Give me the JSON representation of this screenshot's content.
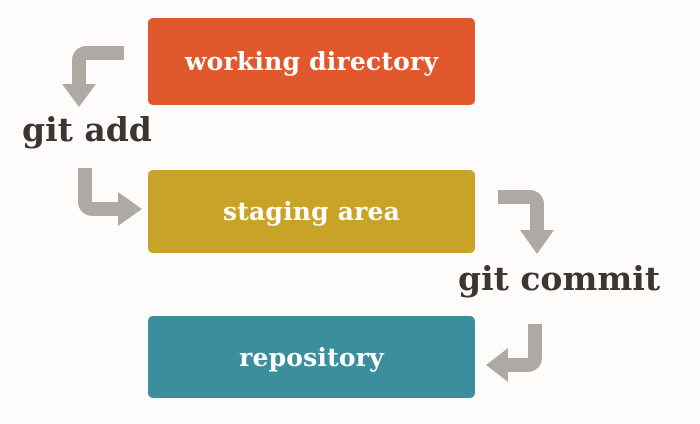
{
  "diagram": {
    "title": "git add / git commit workflow",
    "background_color": "#fdfcfa",
    "arrow_color": "#adaaa4",
    "text_color": "#3a3733"
  },
  "stages": [
    {
      "id": "working-directory",
      "label": "working directory",
      "color": "#e0582c",
      "text_color": "#ffffff"
    },
    {
      "id": "staging-area",
      "label": "staging area",
      "color": "#c9a228",
      "text_color": "#ffffff"
    },
    {
      "id": "repository",
      "label": "repository",
      "color": "#3b8e9b",
      "text_color": "#ffffff"
    }
  ],
  "commands": [
    {
      "id": "git-add",
      "label": "git add",
      "from": "working directory",
      "to": "staging area"
    },
    {
      "id": "git-commit",
      "label": "git commit",
      "from": "staging area",
      "to": "repository"
    }
  ],
  "arrows": [
    {
      "id": "working-to-add",
      "name": "arrow-working-directory-to-git-add",
      "direction": "left-then-down"
    },
    {
      "id": "add-to-staging",
      "name": "arrow-git-add-to-staging-area",
      "direction": "down-then-right"
    },
    {
      "id": "staging-to-commit",
      "name": "arrow-staging-area-to-git-commit",
      "direction": "right-then-down"
    },
    {
      "id": "commit-to-repo",
      "name": "arrow-git-commit-to-repository",
      "direction": "down-then-left"
    }
  ]
}
